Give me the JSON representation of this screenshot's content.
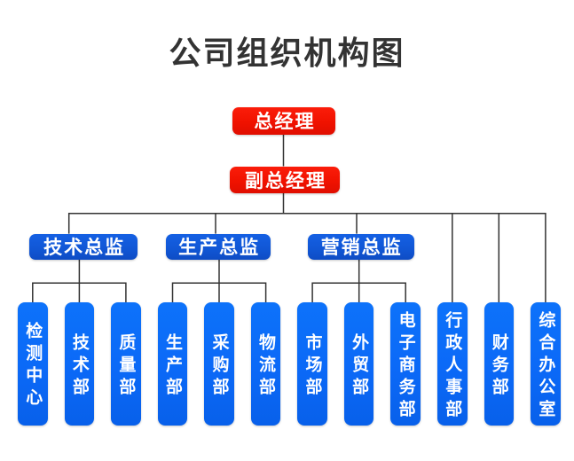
{
  "title": "公司组织机构图",
  "colors": {
    "executive_box": "#f01200",
    "director_box": "#1157d6",
    "department_box": "#0b69f7",
    "connector_line": "#333333",
    "box_text": "#ffffff",
    "title_text": "#333333"
  },
  "executives": [
    {
      "label": "总经理",
      "role": "root"
    },
    {
      "label": "副总经理",
      "role": "reports to 总经理"
    }
  ],
  "directors": [
    {
      "label": "技术总监",
      "reports_to": "副总经理"
    },
    {
      "label": "生产总监",
      "reports_to": "副总经理"
    },
    {
      "label": "营销总监",
      "reports_to": "副总经理"
    }
  ],
  "departments": [
    {
      "label": "检测中心",
      "reports_to": "技术总监"
    },
    {
      "label": "技术部",
      "reports_to": "技术总监"
    },
    {
      "label": "质量部",
      "reports_to": "技术总监"
    },
    {
      "label": "生产部",
      "reports_to": "生产总监"
    },
    {
      "label": "采购部",
      "reports_to": "生产总监"
    },
    {
      "label": "物流部",
      "reports_to": "生产总监"
    },
    {
      "label": "市场部",
      "reports_to": "营销总监"
    },
    {
      "label": "外贸部",
      "reports_to": "营销总监"
    },
    {
      "label": "电子商务部",
      "reports_to": "营销总监"
    },
    {
      "label": "行政人事部",
      "reports_to": "副总经理"
    },
    {
      "label": "财务部",
      "reports_to": "副总经理"
    },
    {
      "label": "综合办公室",
      "reports_to": "副总经理"
    }
  ]
}
